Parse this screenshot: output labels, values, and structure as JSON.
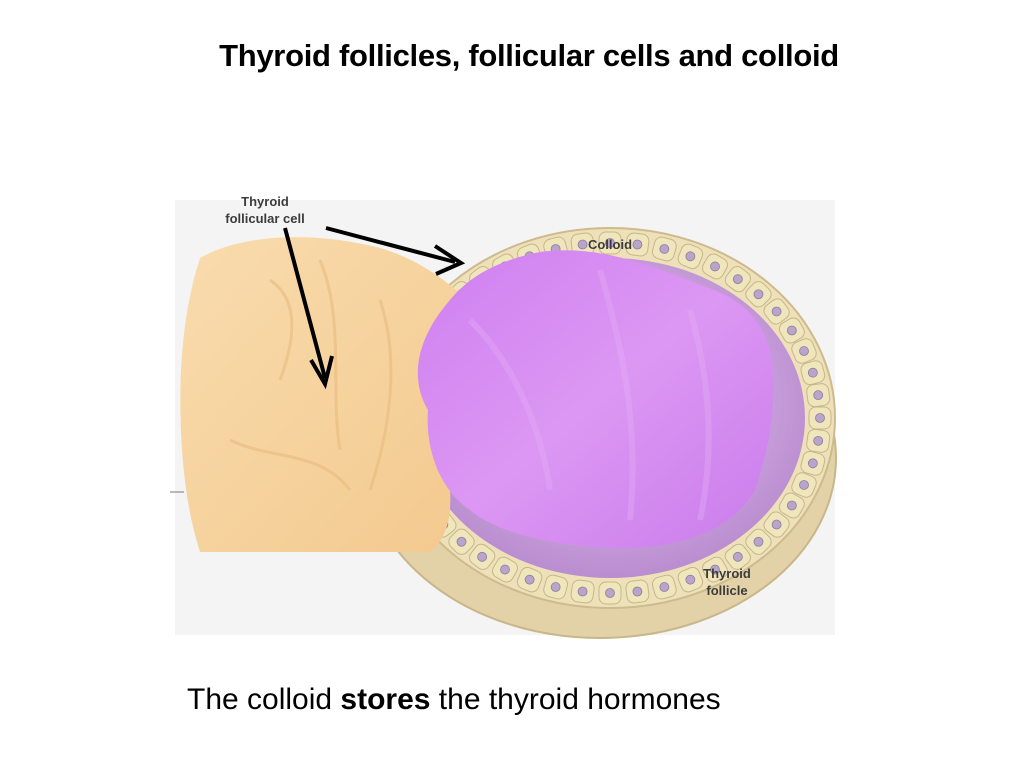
{
  "title": "Thyroid follicles, follicular cells and colloid",
  "labels": {
    "follicular_cell_line1": "Thyroid",
    "follicular_cell_line2": "follicular cell",
    "colloid": "Colloid",
    "follicle_line1": "Thyroid",
    "follicle_line2": "follicle"
  },
  "caption": {
    "before": "The colloid ",
    "emphasis": "stores",
    "after": " the thyroid hormones"
  },
  "colors": {
    "tissue": "#f7d4a0",
    "tissue_edge": "#d8c49a",
    "colloid_light": "#cfa6df",
    "colloid_patch": "#d98ff0",
    "cell": "#f0e6bb",
    "nucleus": "#b9a5c9",
    "arrow": "#000000"
  }
}
